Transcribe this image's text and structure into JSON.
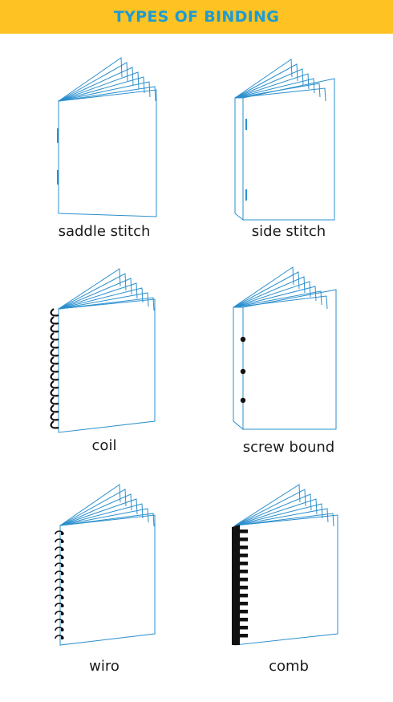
{
  "header": {
    "title": "TYPES OF BINDING"
  },
  "colors": {
    "header_bg": "#fec322",
    "header_text": "#1f9bd2",
    "book_line": "#2a8fce",
    "binding": "#111111"
  },
  "bindings": [
    {
      "label": "saddle stitch",
      "icon": "saddle-stitch-book-icon"
    },
    {
      "label": "side stitch",
      "icon": "side-stitch-book-icon"
    },
    {
      "label": "coil",
      "icon": "coil-book-icon"
    },
    {
      "label": "screw bound",
      "icon": "screw-bound-book-icon"
    },
    {
      "label": "wiro",
      "icon": "wiro-book-icon"
    },
    {
      "label": "comb",
      "icon": "comb-book-icon"
    }
  ]
}
